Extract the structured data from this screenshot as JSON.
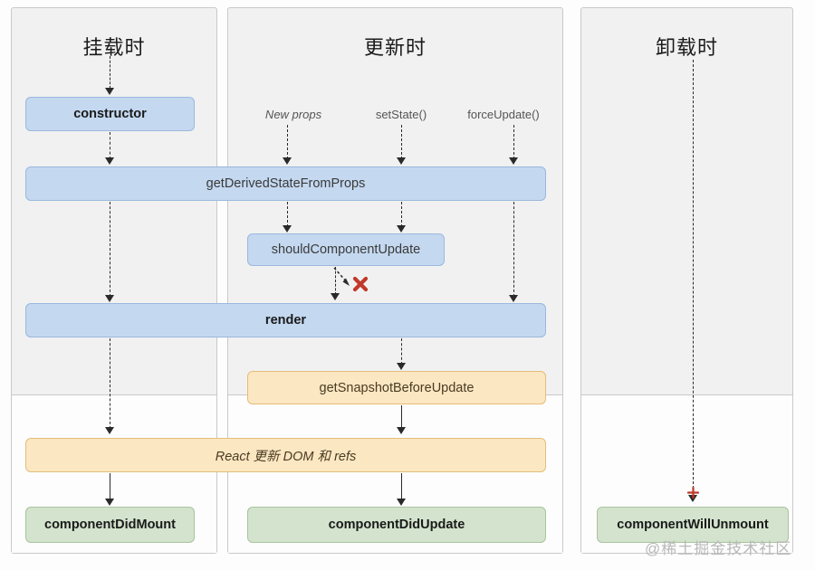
{
  "diagram": {
    "title_mount": "挂载时",
    "title_update": "更新时",
    "title_unmount": "卸载时",
    "watermark": "@稀土掘金技术社区"
  },
  "triggers": [
    {
      "label": "New props",
      "italic": true
    },
    {
      "label": "setState()",
      "italic": false
    },
    {
      "label": "forceUpdate()",
      "italic": false
    }
  ],
  "nodes": {
    "constructor": "constructor",
    "get_derived_state_from_props": "getDerivedStateFromProps",
    "should_component_update": "shouldComponentUpdate",
    "render": "render",
    "get_snapshot_before_update": "getSnapshotBeforeUpdate",
    "react_updates_dom": "React 更新 DOM 和 refs",
    "component_did_mount": "componentDidMount",
    "component_did_update": "componentDidUpdate",
    "component_will_unmount": "componentWillUnmount"
  },
  "markers": {
    "skip_render_x": "✖",
    "unmount_marker": "+"
  },
  "colors": {
    "blue_fill": "#c4d8f0",
    "blue_border": "#9bb8dd",
    "orange_fill": "#fbe7c2",
    "orange_border": "#e3bd7c",
    "green_fill": "#d3e3cd",
    "green_border": "#a8c49e",
    "panel_bg": "#f1f1f1",
    "panel_border": "#c9c9c9",
    "lower_bg": "#fdfdfd",
    "marker_red": "#c0392b",
    "line": "#2a2a2a",
    "watermark": "#b9b9b9"
  }
}
